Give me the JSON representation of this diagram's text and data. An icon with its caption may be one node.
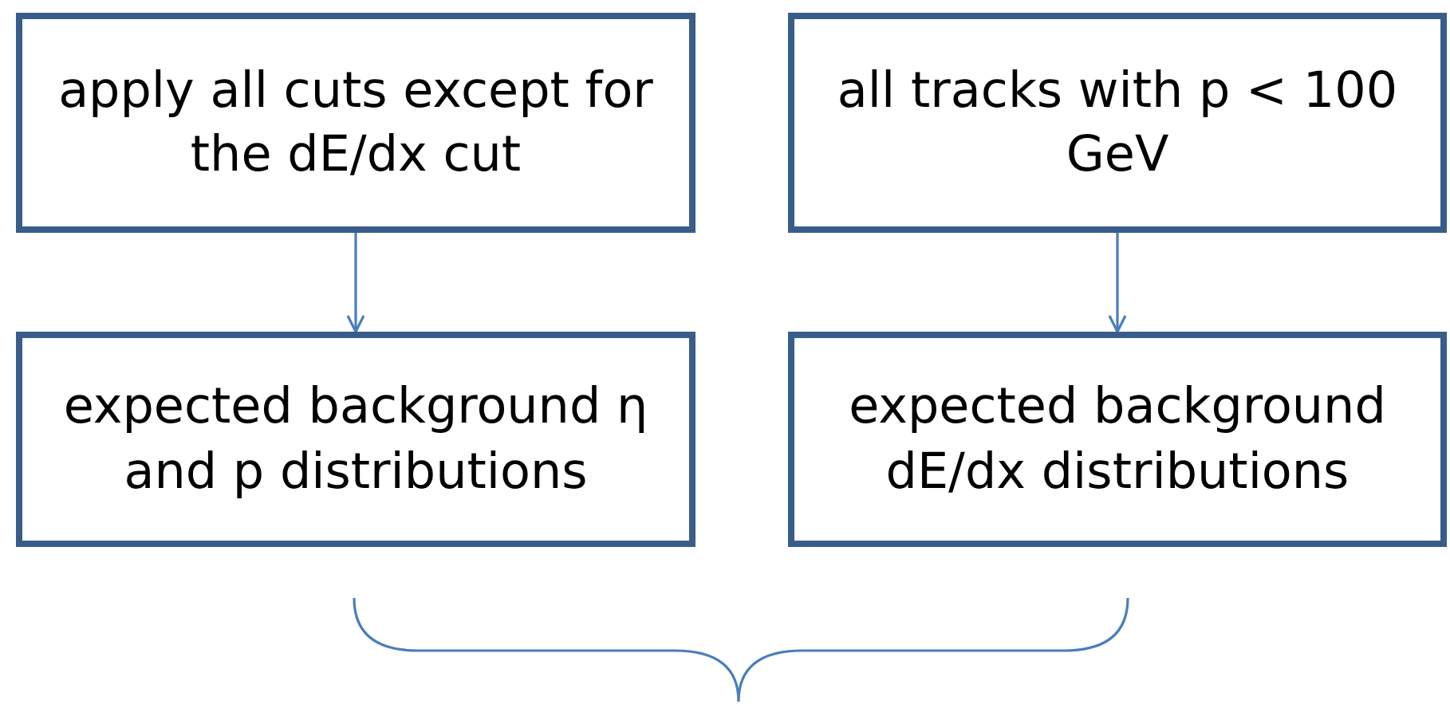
{
  "diagram": {
    "nodes": [
      {
        "text": [
          "apply all cuts except for the dE/dx cut"
        ]
      },
      {
        "text": [
          "all tracks with p < 100 GeV"
        ]
      },
      {
        "text": [
          "expected background η and p distributions"
        ]
      },
      {
        "text": [
          "expected background dE/dx distributions"
        ]
      }
    ],
    "edges": [
      {
        "from": 0,
        "to": 2,
        "arrow": "to"
      },
      {
        "from": 1,
        "to": 3,
        "arrow": "to"
      }
    ]
  }
}
